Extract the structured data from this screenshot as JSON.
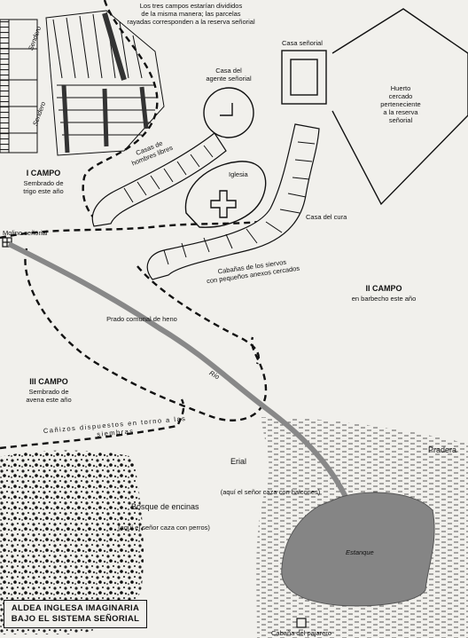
{
  "title_line1": "ALDEA INGLESA IMAGINARIA",
  "title_line2": "BAJO EL SISTEMA SEÑORIAL",
  "labels": {
    "top_note": "Los tres campos estarían divididos\nde la misma manera; las parcelas\nrayadas corresponden a la reserva señorial",
    "sendero_1": "Sendero",
    "sendero_2": "Sendero",
    "casa_senorial": "Casa señorial",
    "huerto": "Huerto\ncercado\nperteneciente\na la reserva\nseñorial",
    "casa_agente": "Casa del\nagente señorial",
    "casas_hombres_libres": "Casas de\nhombres libres",
    "iglesia": "Iglesia",
    "campo1_name": "I CAMPO",
    "campo1_desc": "Sembrado de\ntrigo este año",
    "casa_cura": "Casa del cura",
    "molino": "Molino señorial",
    "cabanas_siervos": "Cabañas de los siervos\ncon pequeños anexos cercados",
    "campo2_name": "II CAMPO",
    "campo2_desc": "en barbecho este año",
    "prado_comunal": "Prado comunal de heno",
    "rio": "Río",
    "campo3_name": "III CAMPO",
    "campo3_desc": "Sembrado de\navena este año",
    "canizos": "Cañizos dispuestos en torno a las siembras",
    "pradera": "Pradera",
    "erial": "Erial",
    "halcones": "(aquí el señor caza con halcones)",
    "bosque": "Bosque de encinas",
    "perros": "(aquí el señor caza con perros)",
    "estanque": "Estanque",
    "cabana_pajarero": "Cabaña del pajarero"
  }
}
